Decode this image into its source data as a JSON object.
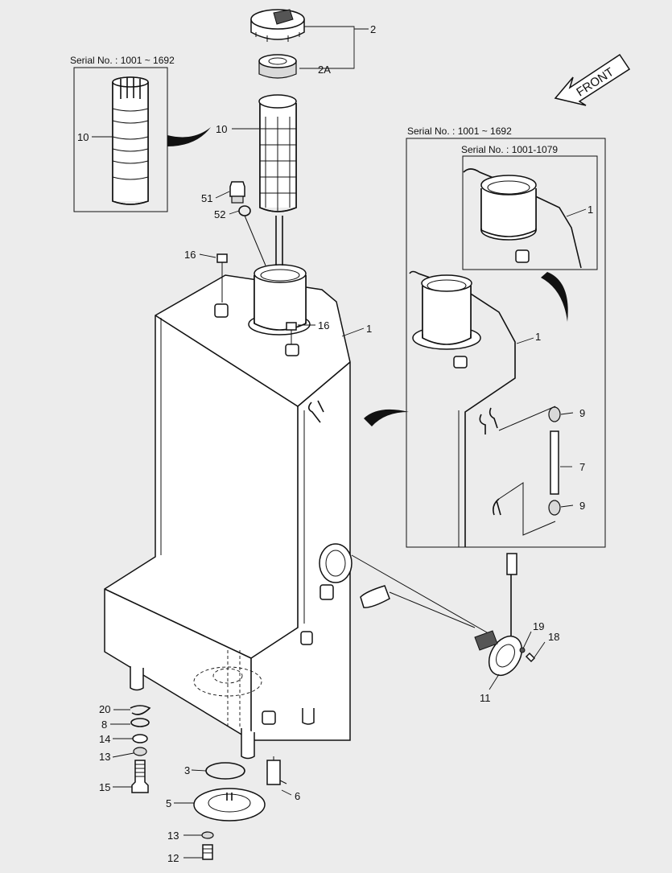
{
  "front_label": "FRONT",
  "insets": {
    "inset_a_caption": "Serial No. : 1001 ~ 1692",
    "inset_b_caption": "Serial No. : 1001 ~ 1692",
    "inset_c_caption": "Serial No. : 1001-1079"
  },
  "callouts": {
    "c2": "2",
    "c2a": "2A",
    "c10_inset": "10",
    "c10": "10",
    "c51": "51",
    "c52": "52",
    "c16_left": "16",
    "c16_right": "16",
    "c1_main": "1",
    "c1_inset_c": "1",
    "c1_inset_b": "1",
    "c9_top": "9",
    "c7": "7",
    "c9_bottom": "9",
    "c19": "19",
    "c18": "18",
    "c11": "11",
    "c20": "20",
    "c8": "8",
    "c14": "14",
    "c13_left": "13",
    "c15": "15",
    "c3": "3",
    "c6": "6",
    "c5": "5",
    "c13_bottom": "13",
    "c12": "12"
  }
}
